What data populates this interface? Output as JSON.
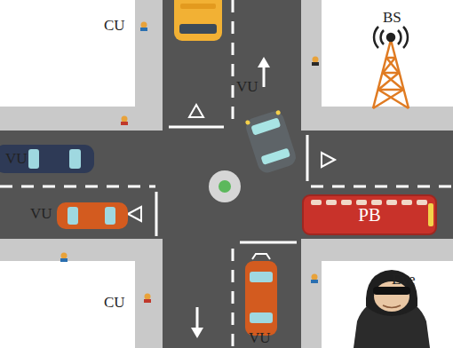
{
  "diagram": {
    "nodes": [
      {
        "text": [
          "PB"
        ]
      }
    ],
    "labels": [
      "BS",
      "CU",
      "VU",
      "VU",
      "VU",
      "Eve",
      "CU",
      "VU"
    ]
  }
}
